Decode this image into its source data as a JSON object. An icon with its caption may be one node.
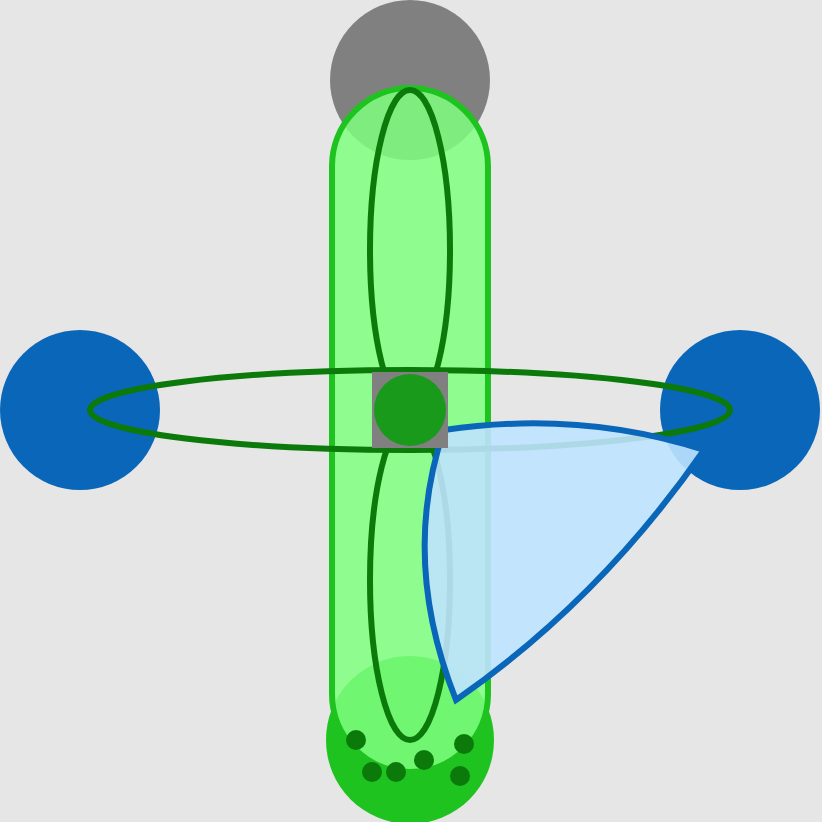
{
  "diagram": {
    "nodes": [
      {
        "text": [],
        "shape": "circle"
      },
      {
        "text": [],
        "shape": "circle"
      },
      {
        "text": [],
        "shape": "box"
      },
      {
        "text": [],
        "shape": "circle"
      },
      {
        "text": [],
        "shape": "circle"
      }
    ]
  }
}
